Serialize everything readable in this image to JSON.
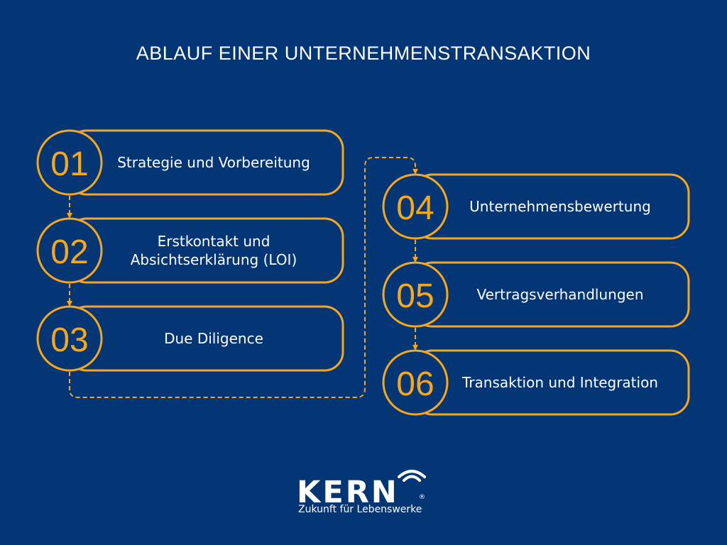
{
  "title": "ABLAUF EINER UNTERNEHMENSTRANSAKTION",
  "colors": {
    "background": "#043575",
    "accent": "#f6a81c",
    "text": "#ffffff"
  },
  "steps": [
    {
      "number": "01",
      "label": "Strategie und Vorbereitung"
    },
    {
      "number": "02",
      "label": "Erstkontakt und Absichtserklärung (LOI)"
    },
    {
      "number": "03",
      "label": "Due Diligence"
    },
    {
      "number": "04",
      "label": "Unternehmensbewertung"
    },
    {
      "number": "05",
      "label": "Vertragsverhandlungen"
    },
    {
      "number": "06",
      "label": "Transaktion und Integration"
    }
  ],
  "logo": {
    "wordmark": "KERN",
    "registered": "®",
    "tagline": "Zukunft für Lebenswerke"
  }
}
